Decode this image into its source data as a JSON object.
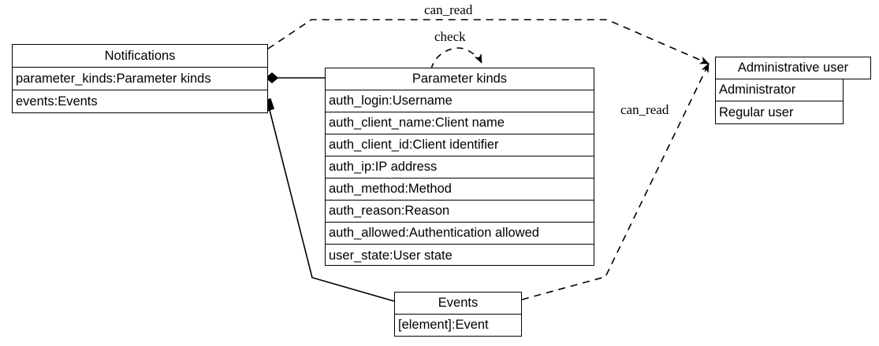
{
  "diagram": {
    "type": "uml-class-diagram",
    "background": "#ffffff",
    "line_color": "#000000",
    "nodes": [
      {
        "id": "notifications",
        "name": "Notifications",
        "title": "Notifications",
        "rows": [
          "parameter_kinds:Parameter kinds",
          "events:Events"
        ]
      },
      {
        "id": "parameter_kinds",
        "name": "Parameter kinds",
        "title": "Parameter kinds",
        "rows": [
          "auth_login:Username",
          "auth_client_name:Client name",
          "auth_client_id:Client identifier",
          "auth_ip:IP address",
          "auth_method:Method",
          "auth_reason:Reason",
          "auth_allowed:Authentication allowed",
          "user_state:User state"
        ]
      },
      {
        "id": "administrative_user",
        "name": "Administrative user",
        "title": "Administrative user",
        "rows": [
          "Administrator",
          "Regular user"
        ]
      },
      {
        "id": "events",
        "name": "Events",
        "title": "Events",
        "rows": [
          "[element]:Event"
        ]
      }
    ],
    "edges": [
      {
        "id": "notifications-can_read-administrative_user",
        "label": "can_read",
        "style": "dashed",
        "from": "Notifications",
        "to": "Administrative user",
        "arrow": "open"
      },
      {
        "id": "parameter_kinds-check-self",
        "label": "check",
        "style": "dashed",
        "from": "Parameter kinds",
        "to": "Parameter kinds",
        "arrow": "open"
      },
      {
        "id": "events-can_read-administrative_user",
        "label": "can_read",
        "style": "dashed",
        "from": "Events",
        "to": "Administrative user",
        "arrow": "open"
      },
      {
        "id": "notifications-parameter_kinds",
        "label": "",
        "style": "solid",
        "from": "Notifications",
        "to": "Parameter kinds",
        "arrow": "composition-diamond"
      },
      {
        "id": "notifications-events",
        "label": "",
        "style": "solid",
        "from": "Notifications",
        "to": "Events",
        "arrow": "composition-diamond"
      }
    ]
  }
}
